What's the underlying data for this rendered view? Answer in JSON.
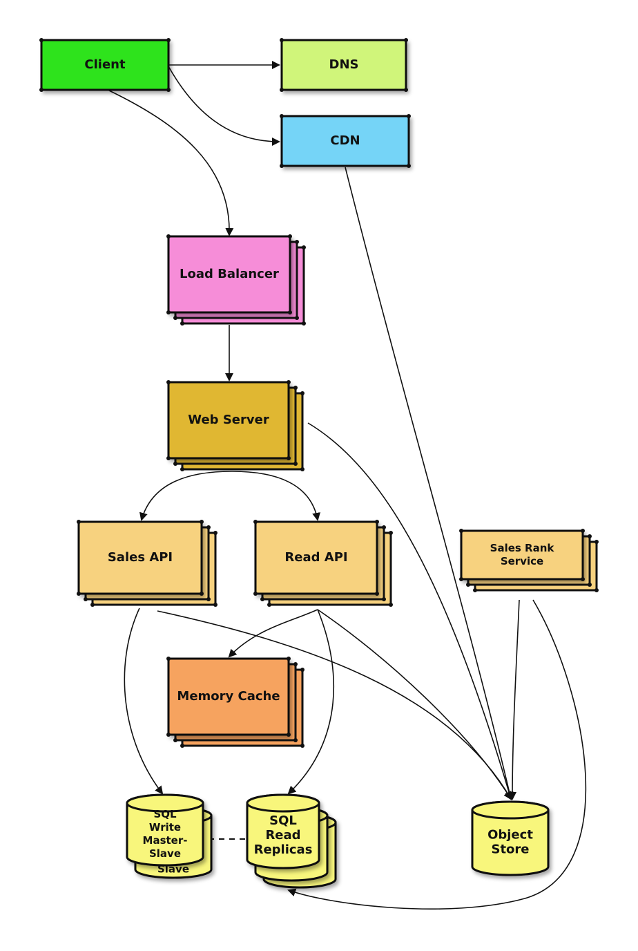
{
  "nodes": {
    "client": {
      "label": [
        "Client"
      ],
      "color": "#2ee31c"
    },
    "dns": {
      "label": [
        "DNS"
      ],
      "color": "#d0f57a"
    },
    "cdn": {
      "label": [
        "CDN"
      ],
      "color": "#74d4f7"
    },
    "load_balancer": {
      "label": [
        "Load Balancer"
      ],
      "color": "#f68dd8"
    },
    "web_server": {
      "label": [
        "Web Server"
      ],
      "color": "#e0b733"
    },
    "sales_api": {
      "label": [
        "Sales API"
      ],
      "color": "#f7d27f"
    },
    "read_api": {
      "label": [
        "Read API"
      ],
      "color": "#f7d27f"
    },
    "sales_rank_service": {
      "label": [
        "Sales Rank",
        "Service"
      ],
      "color": "#f7d27f"
    },
    "memory_cache": {
      "label": [
        "Memory Cache"
      ],
      "color": "#f6a35f"
    },
    "sql_write": {
      "label": [
        "SQL",
        "Write",
        "Master-",
        "Slave"
      ],
      "back_label": "Slave",
      "color": "#f8f67b"
    },
    "sql_read": {
      "label": [
        "SQL",
        "Read",
        "Replicas"
      ],
      "color": "#f8f67b"
    },
    "object_store": {
      "label": [
        "Object",
        "Store"
      ],
      "color": "#f8f67b"
    }
  },
  "edges": [
    {
      "from": "client",
      "to": "dns"
    },
    {
      "from": "client",
      "to": "cdn"
    },
    {
      "from": "client",
      "to": "load_balancer"
    },
    {
      "from": "load_balancer",
      "to": "web_server"
    },
    {
      "from": "web_server",
      "to": "sales_api"
    },
    {
      "from": "web_server",
      "to": "read_api"
    },
    {
      "from": "web_server",
      "to": "object_store"
    },
    {
      "from": "cdn",
      "to": "object_store"
    },
    {
      "from": "sales_api",
      "to": "sql_write"
    },
    {
      "from": "sales_api",
      "to": "object_store"
    },
    {
      "from": "read_api",
      "to": "memory_cache"
    },
    {
      "from": "read_api",
      "to": "sql_read"
    },
    {
      "from": "read_api",
      "to": "object_store"
    },
    {
      "from": "sales_rank_service",
      "to": "object_store"
    },
    {
      "from": "sales_rank_service",
      "to": "sql_read"
    },
    {
      "from": "sql_write",
      "to": "sql_read",
      "style": "dashed"
    }
  ]
}
